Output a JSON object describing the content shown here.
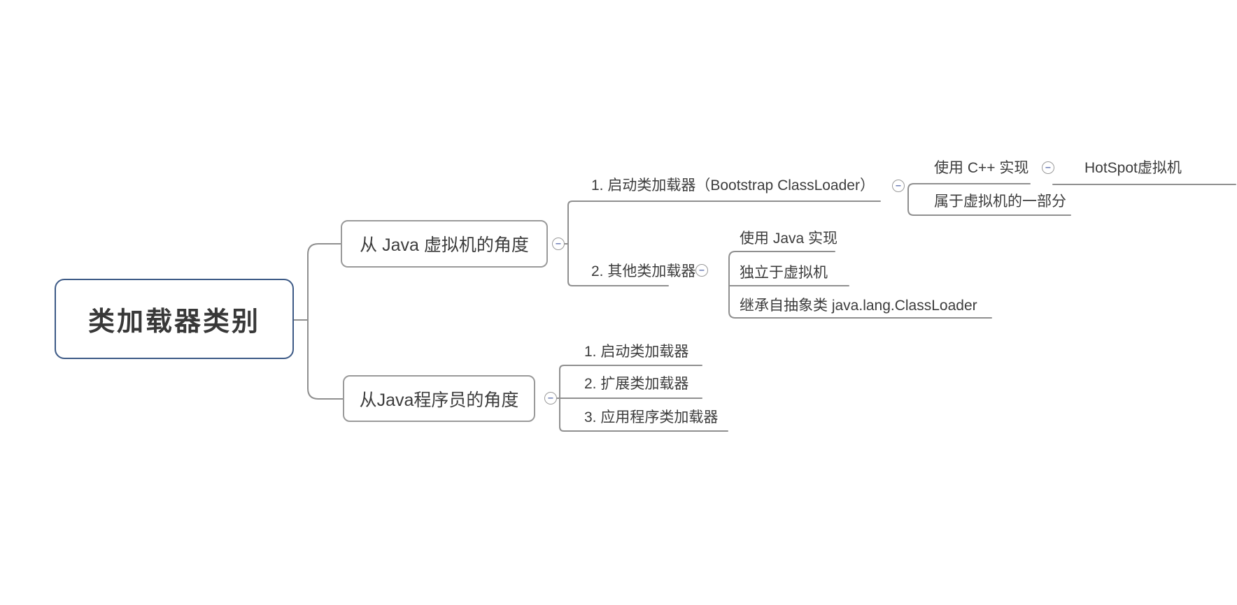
{
  "map": {
    "root": {
      "label": "类加载器类别"
    },
    "branches": [
      {
        "label": "从 Java 虚拟机的角度",
        "children": [
          {
            "label": "1. 启动类加载器（Bootstrap ClassLoader）",
            "children": [
              {
                "label": "使用 C++ 实现",
                "children": [
                  {
                    "label": "HotSpot虚拟机"
                  }
                ]
              },
              {
                "label": "属于虚拟机的一部分"
              }
            ]
          },
          {
            "label": "2. 其他类加载器",
            "children": [
              {
                "label": "使用 Java 实现"
              },
              {
                "label": "独立于虚拟机"
              },
              {
                "label": "继承自抽象类 java.lang.ClassLoader"
              }
            ]
          }
        ]
      },
      {
        "label": "从Java程序员的角度",
        "children": [
          {
            "label": "1. 启动类加载器"
          },
          {
            "label": "2. 扩展类加载器"
          },
          {
            "label": "3. 应用程序类加载器"
          }
        ]
      }
    ]
  },
  "icons": {
    "collapse": "−"
  },
  "colors": {
    "background": "#ffffff",
    "line": "#8f8f8f",
    "branch_border": "#9a9a9a",
    "root_border": "#3d5a86",
    "text": "#3c3c3c",
    "collapse_minus": "#7181b8"
  }
}
